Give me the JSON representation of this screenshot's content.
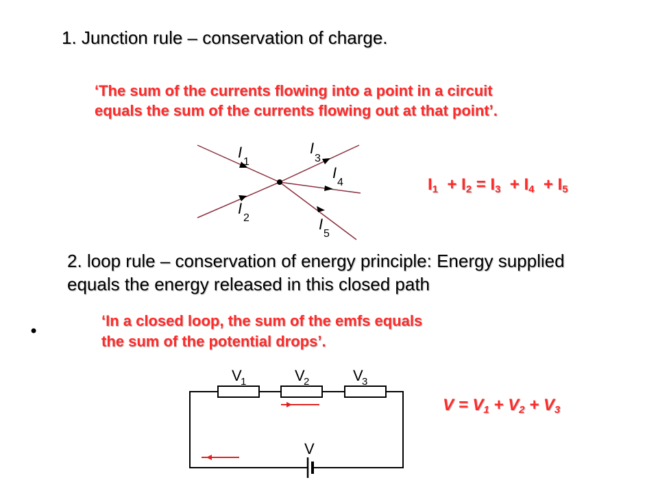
{
  "junction_rule": {
    "title": "1. Junction rule – conservation of charge.",
    "quote_line1": "‘The sum of the currents flowing into a point in a circuit",
    "quote_line2": "equals the sum of the currents flowing out at that point’.",
    "equation": {
      "terms": [
        {
          "sym": "I",
          "sub": "1"
        },
        {
          "sym": "I",
          "sub": "2"
        },
        {
          "sym": "I",
          "sub": "3"
        },
        {
          "sym": "I",
          "sub": "4"
        },
        {
          "sym": "I",
          "sub": "5"
        }
      ],
      "plus": "+",
      "equals": "="
    },
    "currents": [
      {
        "sym": "I",
        "sub": "1"
      },
      {
        "sym": "I",
        "sub": "2"
      },
      {
        "sym": "I",
        "sub": "3"
      },
      {
        "sym": "I",
        "sub": "4"
      },
      {
        "sym": "I",
        "sub": "5"
      }
    ]
  },
  "loop_rule": {
    "title_line1": "2. loop rule – conservation of energy principle: Energy supplied",
    "title_line2": "equals the energy released in this closed path",
    "bullet": "•",
    "quote_line1": "‘In a closed loop, the sum of the emfs equals",
    "quote_line2": "the sum of the potential drops’.",
    "equation": {
      "terms": [
        {
          "sym": "V",
          "sub": "1"
        },
        {
          "sym": "V",
          "sub": "2"
        },
        {
          "sym": "V",
          "sub": "3"
        }
      ],
      "lhs": "V",
      "plus": "+",
      "equals": "="
    },
    "resistors": [
      {
        "sym": "V",
        "sub": "1"
      },
      {
        "sym": "V",
        "sub": "2"
      },
      {
        "sym": "V",
        "sub": "3"
      }
    ],
    "battery_label": "V"
  },
  "colors": {
    "accent_red": "#ff2a2a",
    "arrow_red": "#e02020",
    "wire": "#000000"
  }
}
